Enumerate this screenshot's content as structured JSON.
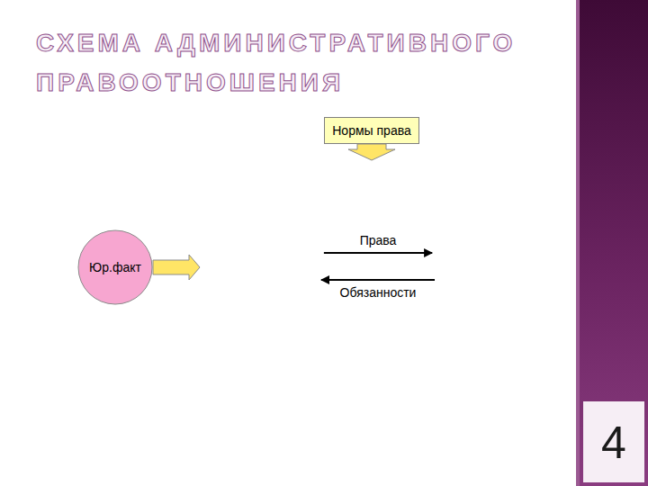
{
  "diagram": {
    "title": "СХЕМА АДМИНИСТРАТИВНОГО ПРАВООТНОШЕНИЯ",
    "nodes": [
      {
        "text": [
          "Нормы права"
        ]
      },
      {
        "text": [
          "Юр.факт"
        ]
      },
      {
        "text": []
      },
      {
        "text": [],
        "in": 2
      },
      {
        "text": [],
        "in": 2
      }
    ],
    "edges": [
      {
        "from": 0,
        "to": 2,
        "arrow": "to"
      },
      {
        "from": 1,
        "to": 2,
        "arrow": "to"
      },
      {
        "from": 3,
        "to": 4,
        "label": "Права",
        "arrow": "to"
      },
      {
        "from": 4,
        "to": 3,
        "label": "Обязанности",
        "arrow": "to"
      }
    ],
    "labels": [
      "4"
    ]
  }
}
